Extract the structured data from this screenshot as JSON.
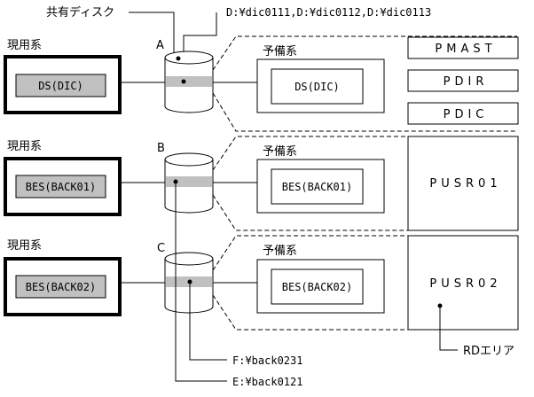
{
  "shared_disk_label": "共有ディスク",
  "shared_disk_path": "D:¥dic0111,D:¥dic0112,D:¥dic0113",
  "disk_letters": [
    "A",
    "B",
    "C"
  ],
  "active_label": "現用系",
  "standby_label": "予備系",
  "systems": [
    {
      "active_server": "DS(DIC)",
      "standby_server": "DS(DIC)"
    },
    {
      "active_server": "BES(BACK01)",
      "standby_server": "BES(BACK01)"
    },
    {
      "active_server": "BES(BACK02)",
      "standby_server": "BES(BACK02)"
    }
  ],
  "rd_areas": [
    "PMAST",
    "PDIR",
    "PDIC",
    "PUSR01",
    "PUSR02"
  ],
  "path_f": "F:¥back0231",
  "path_e": "E:¥back0121",
  "rd_area_label": "RDエリア",
  "colors": {
    "server_fill": "#c0c0c0",
    "disk_band": "#c0c0c0",
    "line": "#000000",
    "background": "#ffffff"
  }
}
